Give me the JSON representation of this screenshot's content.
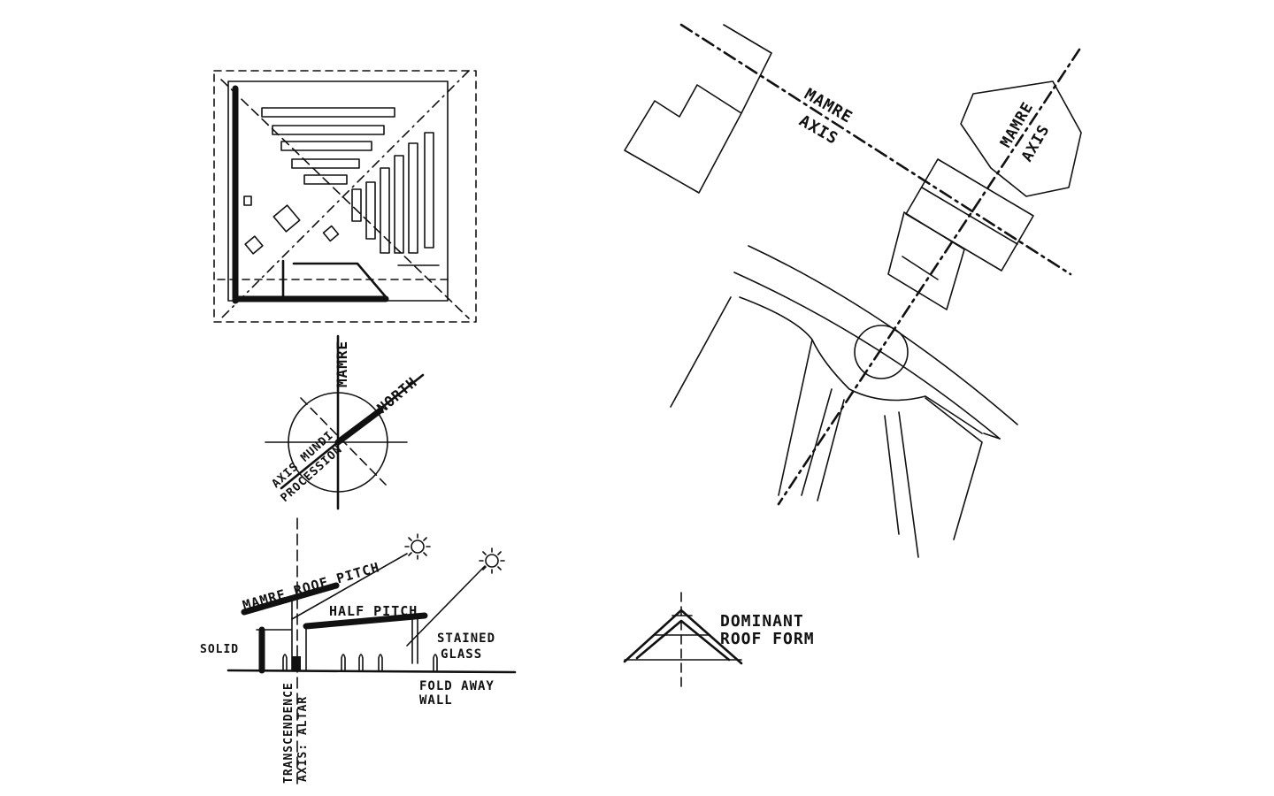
{
  "labels": {
    "mamre_axis_1": "MAMRE",
    "mamre_axis_2": "AXIS",
    "mamre_axis_b1": "MAMRE",
    "mamre_axis_b2": "AXIS",
    "compass_mamre": "MAMRE",
    "compass_north": "NORTH",
    "compass_axis_mundi": "AXIS MUNDI",
    "compass_procession": "PROCESSION",
    "roof_pitch": "MAMRE ROOF PITCH",
    "half_pitch": "HALF PITCH",
    "solid": "SOLID",
    "stained_1": "STAINED",
    "stained_2": "GLASS",
    "fold_1": "FOLD AWAY",
    "fold_2": "WALL",
    "transcendence_1": "TRANSCENDENCE",
    "transcendence_2": "AXIS: ALTAR",
    "dominant_1": "DOMINANT",
    "dominant_2": "ROOF FORM"
  }
}
